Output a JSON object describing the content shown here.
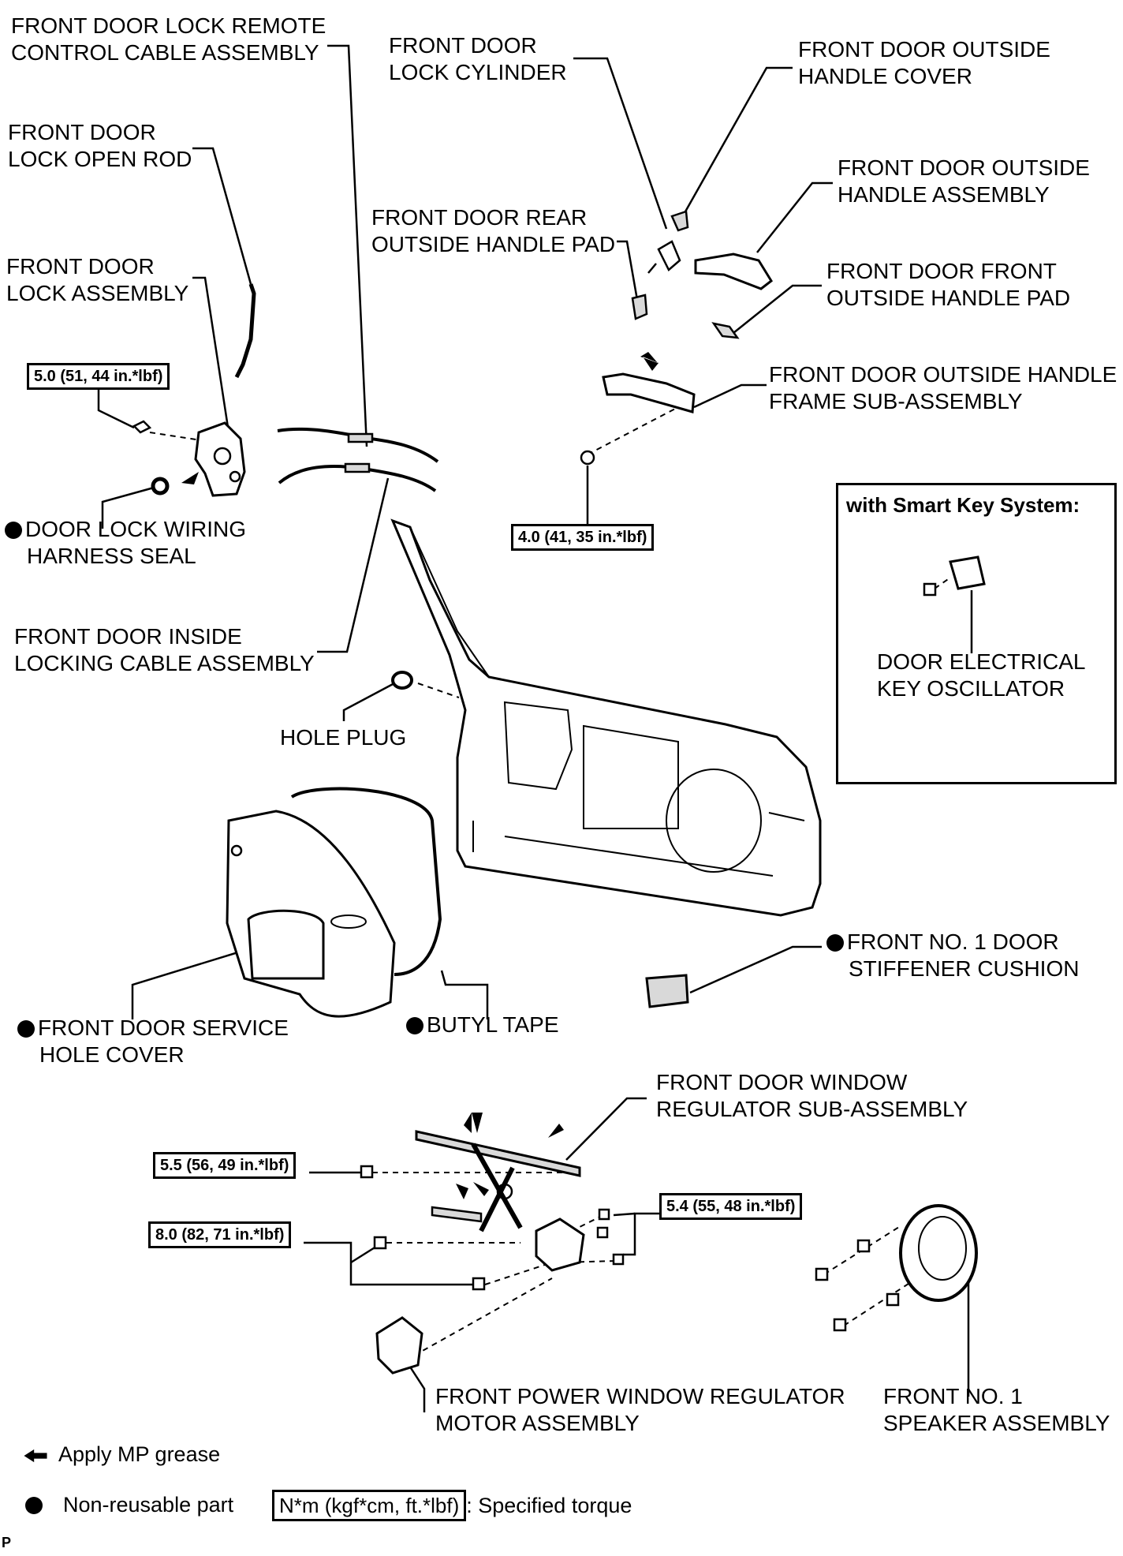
{
  "labels": {
    "remote_cable": [
      "FRONT DOOR LOCK REMOTE",
      "CONTROL CABLE ASSEMBLY"
    ],
    "lock_cylinder": [
      "FRONT DOOR",
      "LOCK CYLINDER"
    ],
    "outside_handle_cover": [
      "FRONT DOOR OUTSIDE",
      "HANDLE COVER"
    ],
    "lock_open_rod": [
      "FRONT DOOR",
      "LOCK OPEN ROD"
    ],
    "outside_handle_assy": [
      "FRONT DOOR OUTSIDE",
      "HANDLE ASSEMBLY"
    ],
    "rear_handle_pad": [
      "FRONT DOOR REAR",
      "OUTSIDE HANDLE PAD"
    ],
    "lock_assembly": [
      "FRONT DOOR",
      "LOCK ASSEMBLY"
    ],
    "front_handle_pad": [
      "FRONT DOOR FRONT",
      "OUTSIDE HANDLE PAD"
    ],
    "handle_frame": [
      "FRONT DOOR OUTSIDE HANDLE",
      "FRAME SUB-ASSEMBLY"
    ],
    "wiring_seal": [
      "DOOR LOCK WIRING",
      "HARNESS SEAL"
    ],
    "inside_cable": [
      "FRONT DOOR INSIDE",
      "LOCKING CABLE ASSEMBLY"
    ],
    "hole_plug": [
      "HOLE PLUG"
    ],
    "oscillator": [
      "DOOR ELECTRICAL",
      "KEY OSCILLATOR"
    ],
    "stiffener": [
      "FRONT NO. 1 DOOR",
      "STIFFENER CUSHION"
    ],
    "service_cover": [
      "FRONT DOOR SERVICE",
      "HOLE COVER"
    ],
    "butyl_tape": [
      "BUTYL TAPE"
    ],
    "window_regulator": [
      "FRONT DOOR WINDOW",
      "REGULATOR SUB-ASSEMBLY"
    ],
    "regulator_motor": [
      "FRONT POWER WINDOW REGULATOR",
      "MOTOR ASSEMBLY"
    ],
    "speaker": [
      "FRONT NO. 1",
      "SPEAKER ASSEMBLY"
    ]
  },
  "torques": {
    "lock": "5.0 (51, 44 in.*lbf)",
    "handle_frame": "4.0 (41, 35 in.*lbf)",
    "regulator_top": "5.5 (56, 49 in.*lbf)",
    "regulator_bolts": "8.0 (82, 71 in.*lbf)",
    "regulator_right": "5.4 (55, 48 in.*lbf)"
  },
  "smart_key_title": "with Smart Key System:",
  "legend": {
    "grease": "Apply MP grease",
    "nonreusable": "Non-reusable part",
    "torque_box": "N*m (kgf*cm, ft.*lbf)",
    "torque_desc": ": Specified torque"
  },
  "corner_mark": "P",
  "colors": {
    "ink": "#000000",
    "paper": "#ffffff",
    "shade": "#d9d9d9"
  }
}
